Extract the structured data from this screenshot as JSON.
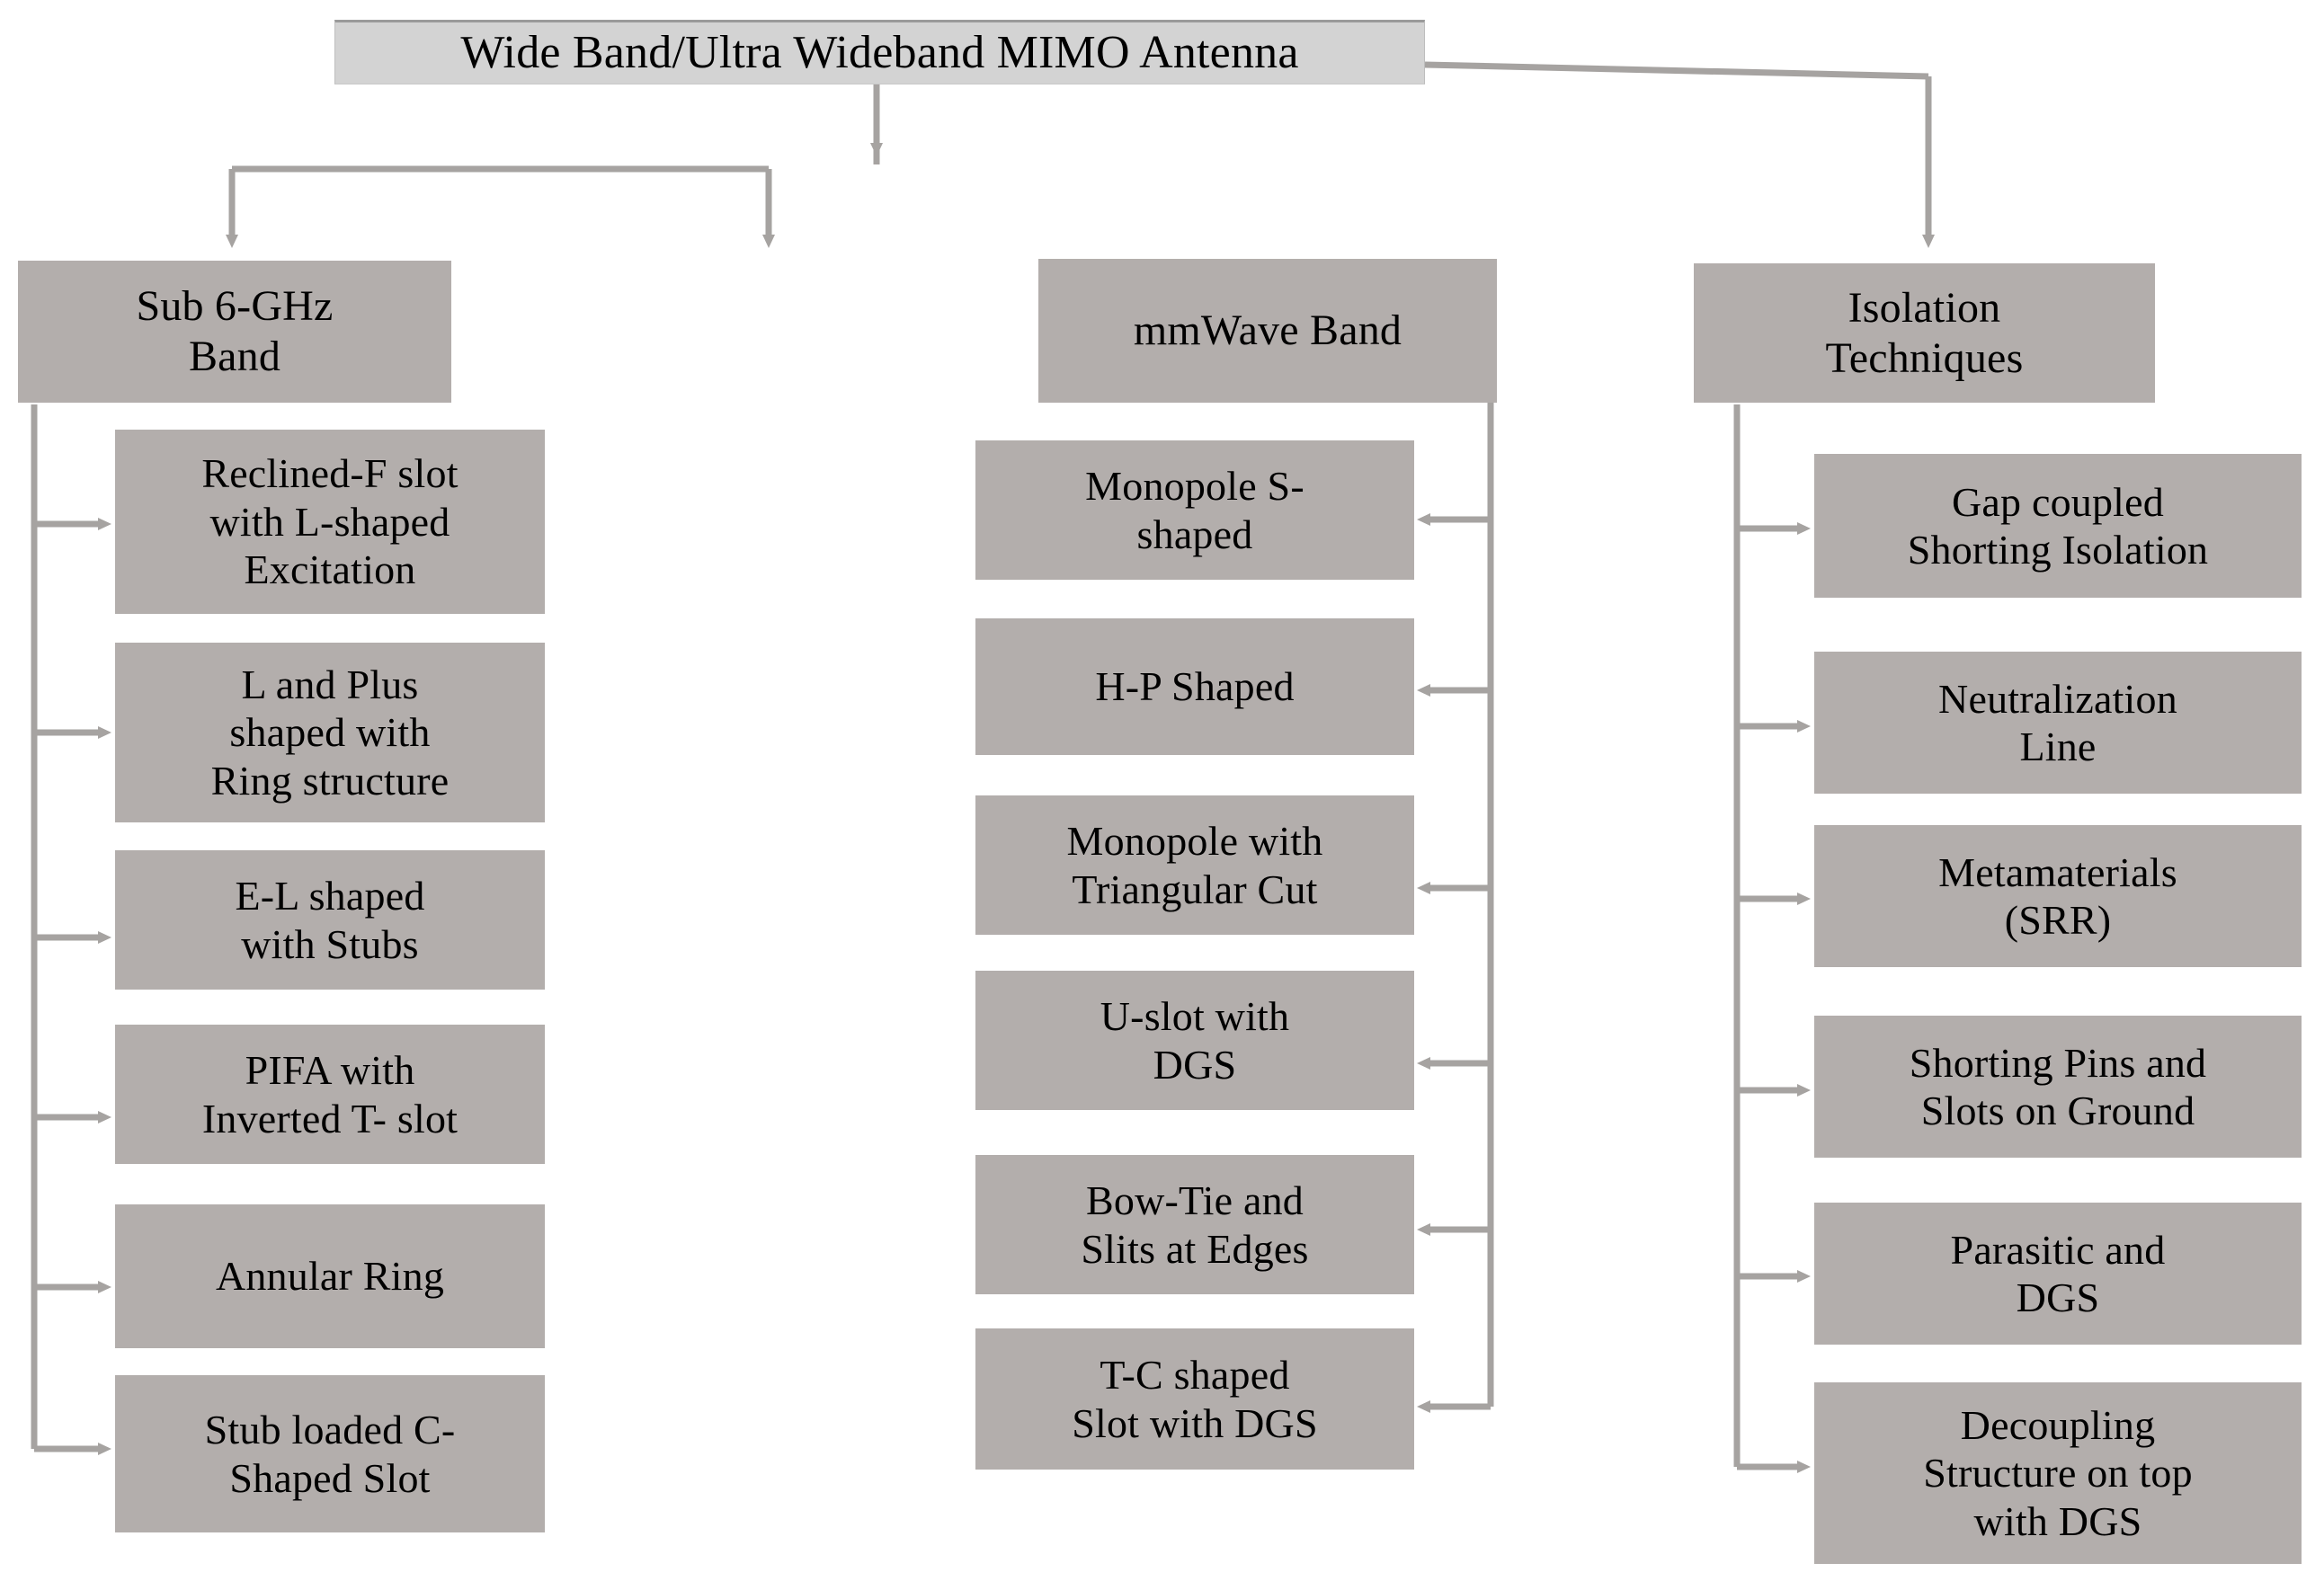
{
  "diagram": {
    "type": "tree-flowchart",
    "root": {
      "id": "root",
      "label": "Wide Band/Ultra Wideband MIMO Antenna"
    },
    "branches": [
      {
        "id": "sub6",
        "label": "Sub 6-GHz\nBand",
        "arrow_direction": "right",
        "children": [
          {
            "label": "Reclined-F slot\nwith L-shaped\nExcitation"
          },
          {
            "label": "L and Plus\nshaped with\nRing structure"
          },
          {
            "label": "E-L shaped\nwith Stubs"
          },
          {
            "label": "PIFA with\nInverted T- slot"
          },
          {
            "label": "Annular Ring"
          },
          {
            "label": "Stub loaded C-\nShaped Slot"
          }
        ]
      },
      {
        "id": "mmwave",
        "label": "mmWave Band",
        "arrow_direction": "left",
        "children": [
          {
            "label": "Monopole S-\nshaped"
          },
          {
            "label": "H-P Shaped"
          },
          {
            "label": "Monopole with\nTriangular Cut"
          },
          {
            "label": "U-slot with\nDGS"
          },
          {
            "label": "Bow-Tie and\nSlits at Edges"
          },
          {
            "label": "T-C shaped\nSlot with DGS"
          }
        ]
      },
      {
        "id": "isolation",
        "label": "Isolation\nTechniques",
        "arrow_direction": "right",
        "children": [
          {
            "label": "Gap coupled\nShorting Isolation"
          },
          {
            "label": "Neutralization\nLine"
          },
          {
            "label": "Metamaterials\n(SRR)"
          },
          {
            "label": "Shorting Pins and\nSlots on Ground"
          },
          {
            "label": "Parasitic and\nDGS"
          },
          {
            "label": "Decoupling\nStructure on top\nwith  DGS"
          }
        ]
      }
    ],
    "colors": {
      "node_fill": "#b3aeac",
      "root_fill": "#d3d3d3",
      "connector": "#a6a3a1",
      "text": "#000000",
      "background": "#ffffff"
    }
  }
}
